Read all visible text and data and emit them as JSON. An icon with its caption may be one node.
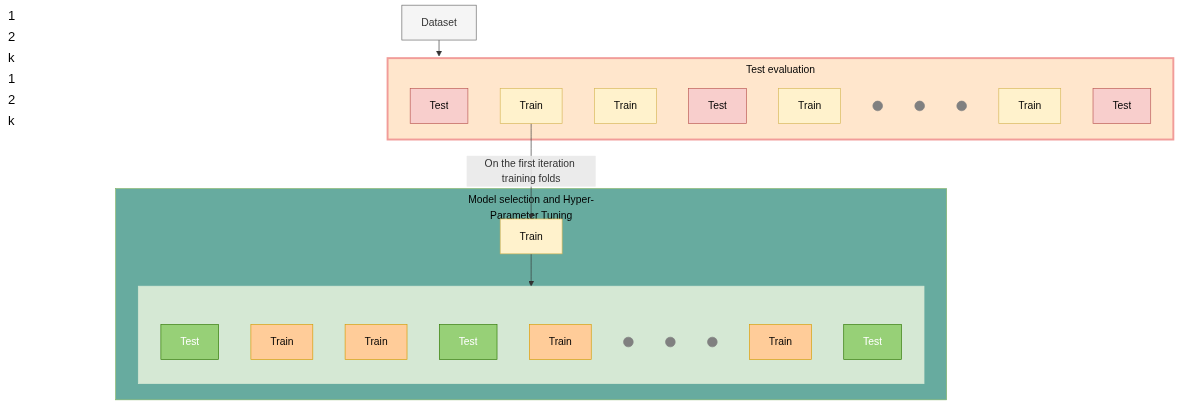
{
  "diagram": {
    "nodes": [
      {
        "text": [
          "Dataset"
        ]
      },
      {
        "text": [
          "Test evaluation"
        ]
      },
      {
        "text": [
          "Test"
        ],
        "in": 1
      },
      {
        "text": [
          "Train"
        ],
        "in": 1
      },
      {
        "text": [
          "Train"
        ],
        "in": 1
      },
      {
        "text": [
          "Test"
        ],
        "in": 1
      },
      {
        "text": [
          "Train"
        ],
        "in": 1
      },
      {
        "text": [],
        "shape": "circle",
        "in": 1
      },
      {
        "text": [],
        "shape": "circle",
        "in": 1
      },
      {
        "text": [],
        "shape": "circle",
        "in": 1
      },
      {
        "text": [
          "Train"
        ],
        "in": 1
      },
      {
        "text": [
          "Test"
        ],
        "in": 1
      },
      {
        "text": [
          "Model selection and Hyper-Parameter Tuning"
        ]
      },
      {
        "text": [
          "Train"
        ],
        "in": 12
      },
      {
        "text": [],
        "shape": "box",
        "in": 12
      },
      {
        "text": [
          "Test"
        ],
        "in": 14
      },
      {
        "text": [
          "Train"
        ],
        "in": 14
      },
      {
        "text": [
          "Train"
        ],
        "in": 14
      },
      {
        "text": [
          "Test"
        ],
        "in": 14
      },
      {
        "text": [
          "Train"
        ],
        "in": 14
      },
      {
        "text": [],
        "shape": "circle",
        "in": 14
      },
      {
        "text": [],
        "shape": "circle",
        "in": 14
      },
      {
        "text": [],
        "shape": "circle",
        "in": 14
      },
      {
        "text": [
          "Train"
        ],
        "in": 14
      },
      {
        "text": [
          "Test"
        ],
        "in": 14
      }
    ],
    "edges": [
      {
        "from": 0,
        "to": 1,
        "arrow": "to"
      },
      {
        "from": 3,
        "to": 13,
        "arrow": "to",
        "label": "On the first iteration training folds"
      },
      {
        "from": 13,
        "to": 14,
        "arrow": "to"
      }
    ],
    "labels": [
      "1",
      "2",
      "k",
      "1",
      "2",
      "k"
    ]
  }
}
